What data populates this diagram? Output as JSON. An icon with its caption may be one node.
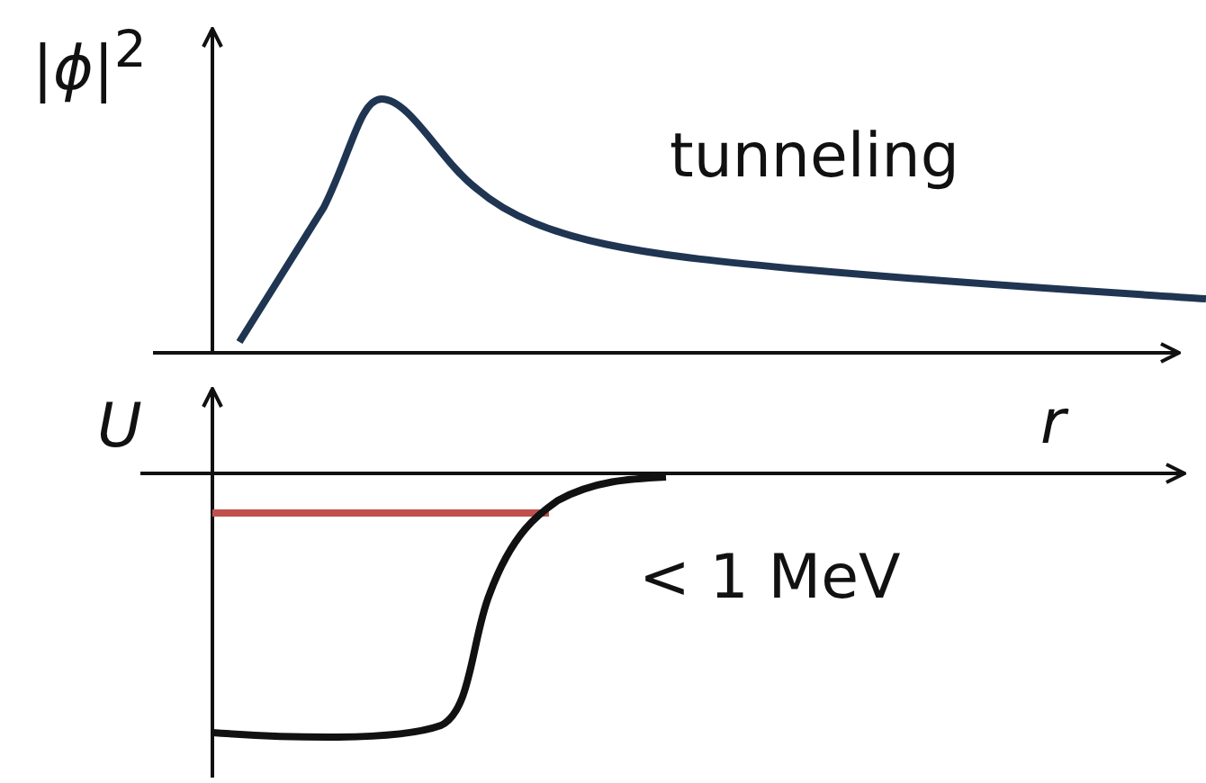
{
  "diagram": {
    "labels": [
      "|*ϕ*|$^{2}$",
      "tunneling",
      "U",
      "r",
      "< 1 MeV"
    ]
  }
}
